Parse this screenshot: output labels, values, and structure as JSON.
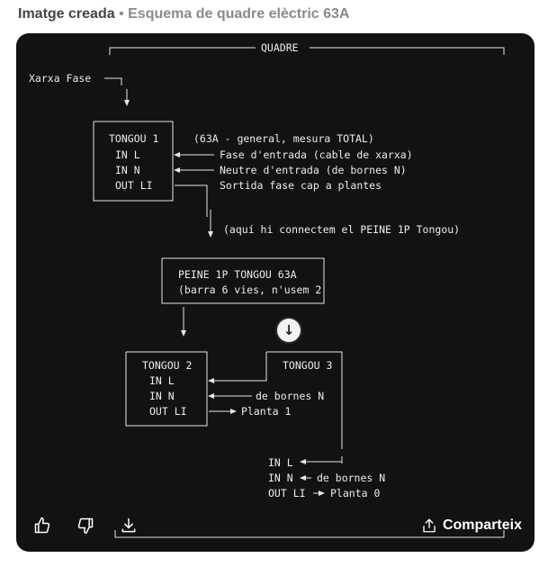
{
  "header": {
    "title": "Imatge creada",
    "separator": "•",
    "subtitle": "Esquema de quadre elèctric 63A"
  },
  "diagram": {
    "frame_label": "QUADRE",
    "xarxa_fase": "Xarxa Fase",
    "tongou1": {
      "name": "TONGOU 1",
      "in_l": "IN L",
      "in_n": "IN N",
      "out_li": "OUT LI",
      "note_general": "(63A - general, mesura TOTAL)",
      "note_in_l": "Fase d'entrada (cable de xarxa)",
      "note_in_n": "Neutre d'entrada (de bornes N)",
      "note_out_li": "Sortida fase cap a plantes"
    },
    "peine_note": "(aquí hi connectem el PEINE 1P Tongou)",
    "peine": {
      "line1": "PEINE 1P TONGOU 63A",
      "line2": "(barra 6 vies, n'usem 2"
    },
    "tongou2": {
      "name": "TONGOU 2",
      "in_l": "IN L",
      "in_n": "IN N",
      "out_li": "OUT LI",
      "note_in_n": "de bornes N",
      "note_out_li": "Planta 1"
    },
    "tongou3": {
      "name": "TONGOU 3",
      "in_l": "IN L",
      "in_n": "IN N",
      "out_li": "OUT LI",
      "note_in_n": "de bornes N",
      "note_out_li": "Planta 0"
    }
  },
  "toolbar": {
    "like_icon": "thumbs-up-icon",
    "dislike_icon": "thumbs-down-icon",
    "download_icon": "download-icon",
    "share_icon": "share-icon",
    "share_label": "Comparteix"
  },
  "colors": {
    "card_background": "#121212",
    "diagram_ink": "#e6e6e6",
    "caption_title": "#444444",
    "caption_subtitle": "#8a8a8a"
  }
}
